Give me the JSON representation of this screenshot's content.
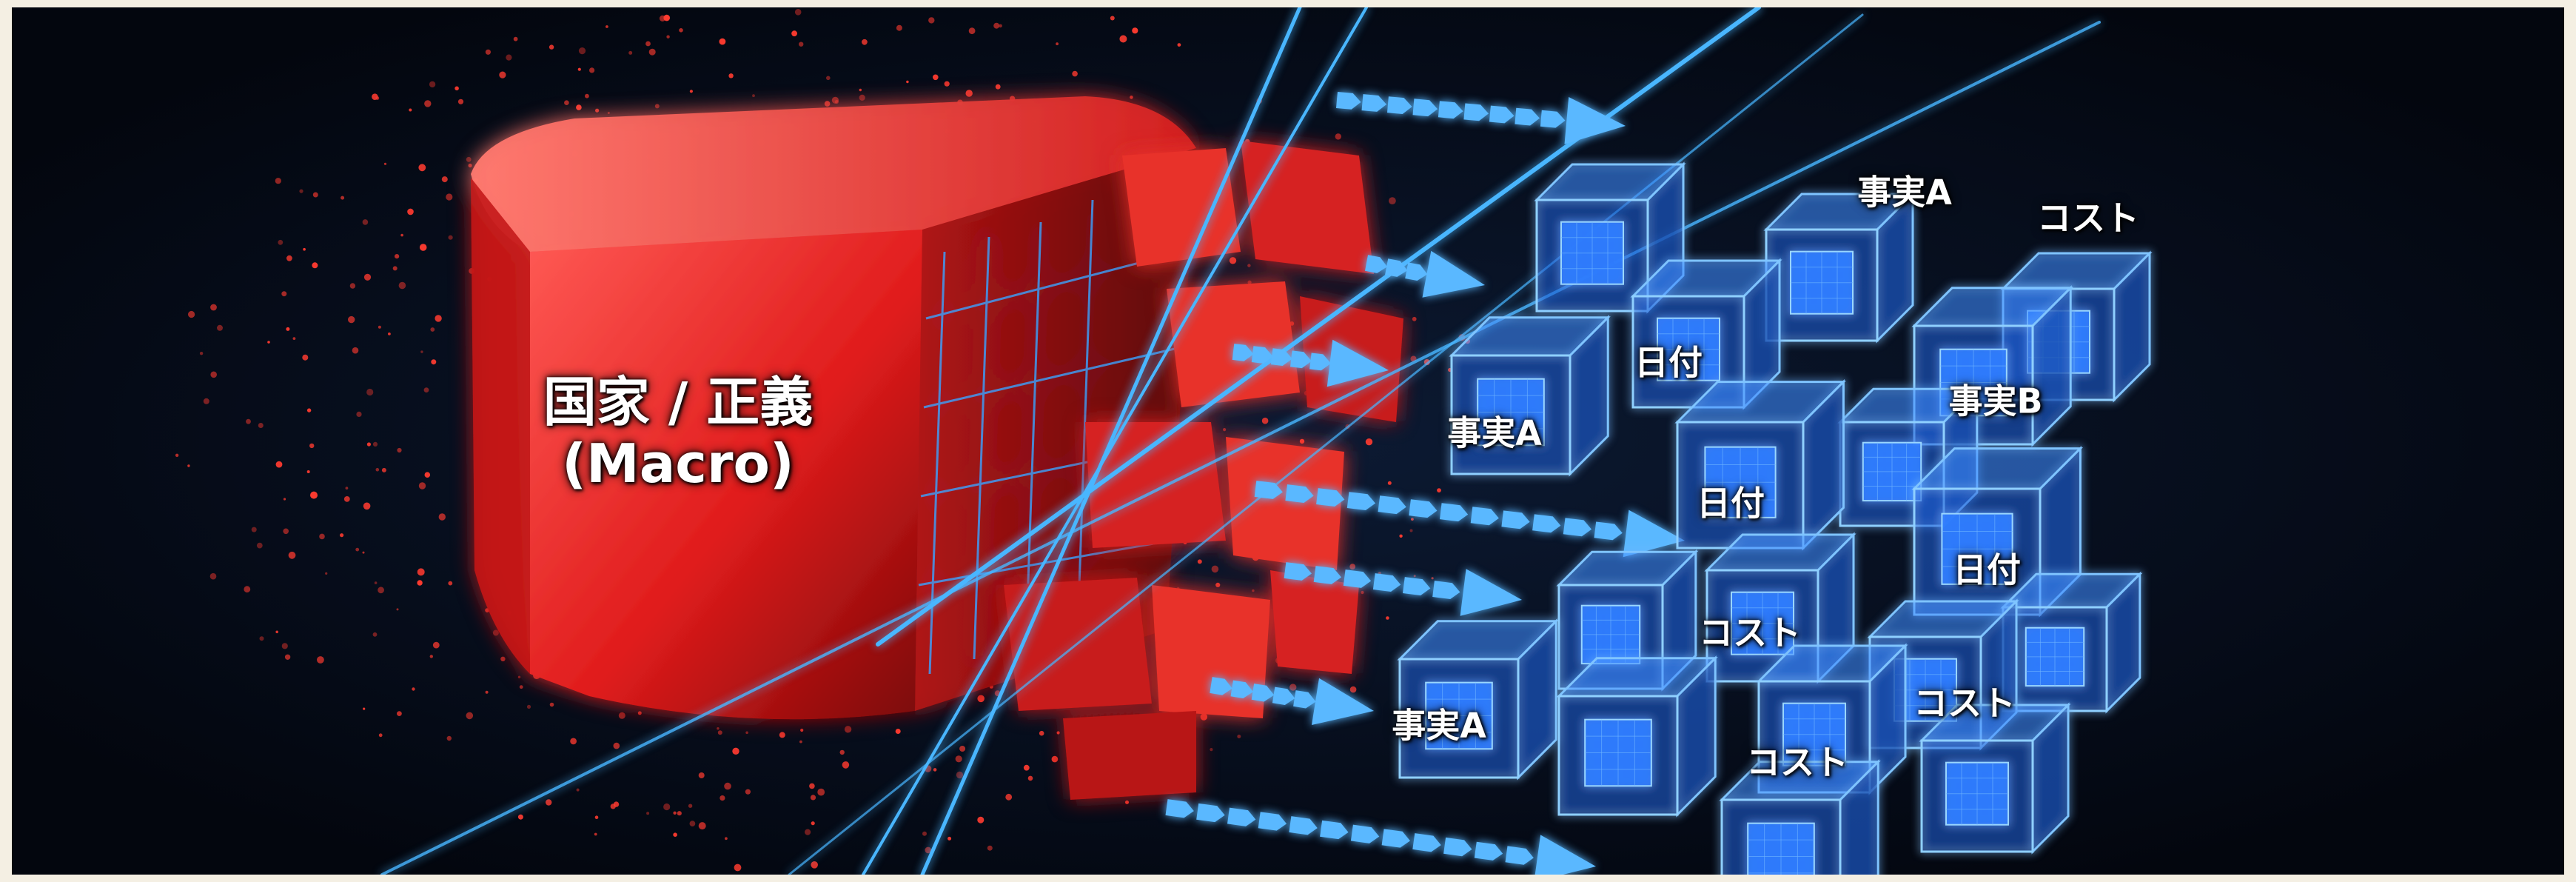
{
  "illustration": {
    "macro_title": "国家 / 正義",
    "macro_subtitle": "(Macro)",
    "fragment_labels": [
      "事実A",
      "コスト",
      "日付",
      "事実A",
      "事実B",
      "日付",
      "日付",
      "コスト",
      "コスト",
      "事実A",
      "コスト"
    ],
    "colors": {
      "macro_block": "#ff2a2a",
      "fragments": "#2f7dff",
      "beam": "#49b6ff",
      "arrows": "#5ab8ff",
      "background": "#03060e"
    }
  }
}
